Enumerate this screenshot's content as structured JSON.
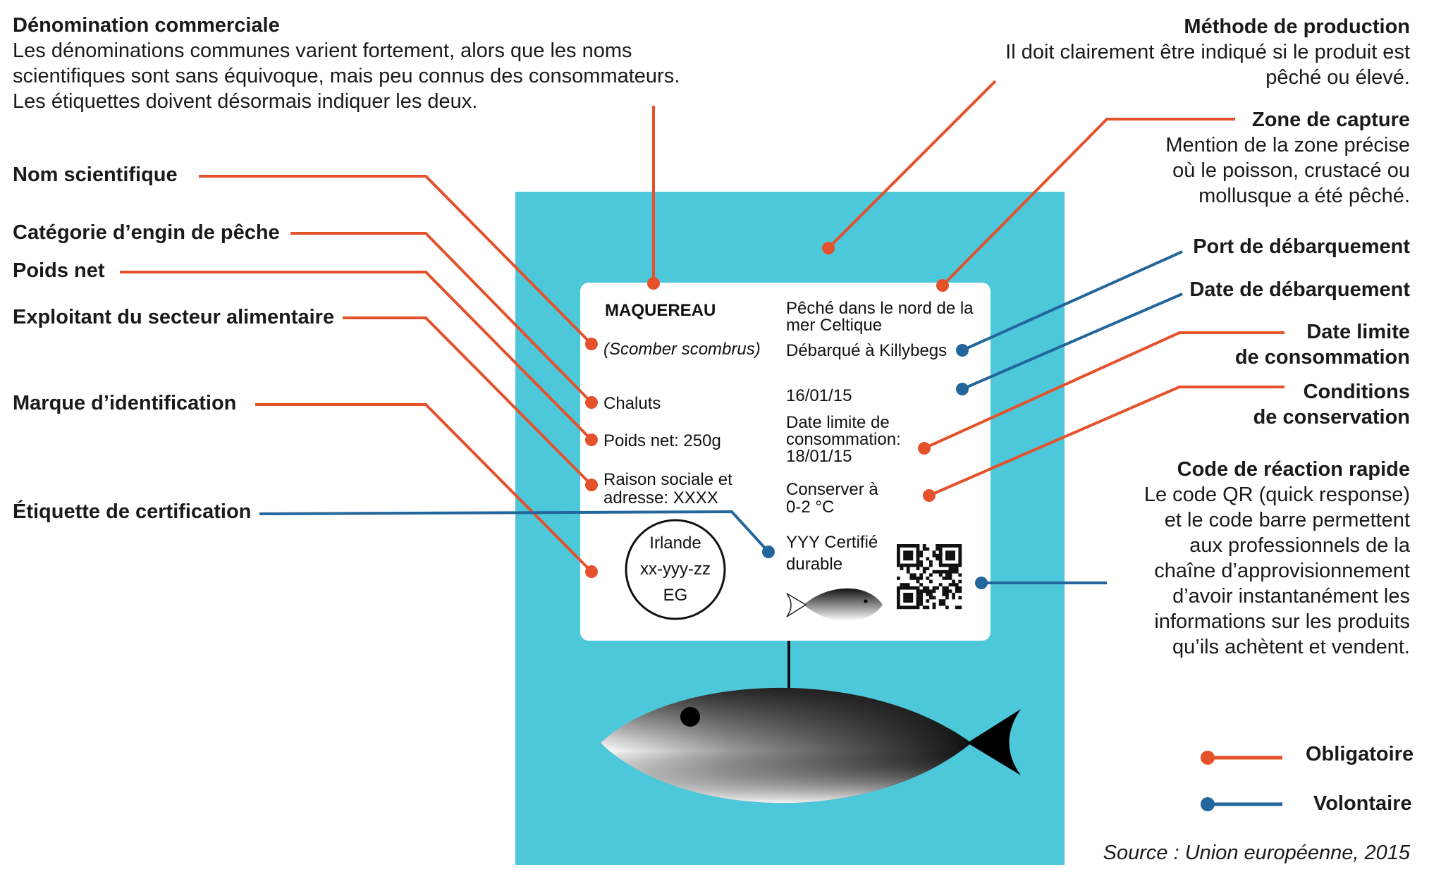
{
  "annotations": {
    "denomination": {
      "title": "Dénomination commerciale",
      "lines": [
        "Les dénominations communes varient fortement, alors que les noms",
        "scientifiques sont sans équivoque, mais peu connus des consommateurs.",
        "Les étiquettes doivent désormais indiquer les deux."
      ]
    },
    "nom_scientifique": {
      "title": "Nom scientifique"
    },
    "categorie_engin": {
      "title": "Catégorie d’engin de pêche"
    },
    "poids_net": {
      "title": "Poids net"
    },
    "exploitant": {
      "title": "Exploitant du secteur alimentaire"
    },
    "marque_identification": {
      "title": "Marque d’identification"
    },
    "etiquette_certification": {
      "title": "Étiquette de certification"
    },
    "methode_production": {
      "title": "Méthode de production",
      "lines": [
        "Il doit clairement être indiqué si le produit est",
        "pêché ou élevé."
      ]
    },
    "zone_capture": {
      "title": "Zone de capture",
      "lines": [
        "Mention de la zone précise",
        "où le poisson, crustacé ou",
        "mollusque a été pêché."
      ]
    },
    "port_debarquement": {
      "title": "Port de débarquement"
    },
    "date_debarquement": {
      "title": "Date de débarquement"
    },
    "date_limite": {
      "title_lines": [
        "Date limite",
        "de consommation"
      ]
    },
    "conditions": {
      "title_lines": [
        "Conditions",
        "de conservation"
      ]
    },
    "code_reaction": {
      "title": "Code de réaction rapide",
      "lines": [
        "Le code QR (quick response)",
        "et le code barre permettent",
        "aux professionnels de la",
        "chaîne d’approvisionnement",
        "d’avoir instantanément les",
        "informations sur les produits",
        "qu’ils achètent et vendent."
      ]
    }
  },
  "label": {
    "name": "MAQUEREAU",
    "scientific": "(Scomber scombrus)",
    "gear": "Chaluts",
    "weight": "Poids net: 250g",
    "operator_lines": [
      "Raison sociale et",
      "adresse: XXXX"
    ],
    "stamp_lines": [
      "Irlande",
      "xx-yyy-zz",
      "EG"
    ],
    "catch_lines": [
      "Pêché dans le nord de la",
      "mer Celtique"
    ],
    "landed": "Débarqué à Killybegs",
    "date": "16/01/15",
    "expiry_lines": [
      "Date limite de",
      "consommation:",
      "18/01/15"
    ],
    "storage_lines": [
      "Conserver à",
      "0-2 °C"
    ],
    "certified_lines": [
      "YYY Certifié",
      "durable"
    ]
  },
  "legend": {
    "mandatory": "Obligatoire",
    "voluntary": "Volontaire"
  },
  "source": "Source : Union européenne, 2015",
  "colors": {
    "mandatory": "#e5512b",
    "voluntary": "#22669b",
    "background": "#4dc7da",
    "card": "#ffffff"
  }
}
